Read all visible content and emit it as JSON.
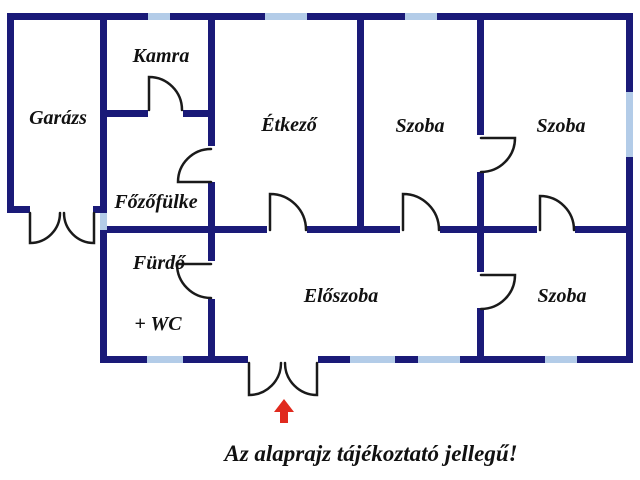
{
  "plan": {
    "rooms": {
      "garage": {
        "label": "Garázs"
      },
      "pantry": {
        "label": "Kamra"
      },
      "kitchenette": {
        "label": "Főzőfülke"
      },
      "bathroom": {
        "label": "Fürdő",
        "label_extra": "+ WC"
      },
      "dining": {
        "label": "Étkező"
      },
      "hall": {
        "label": "Előszoba"
      },
      "room_1": {
        "label": "Szoba"
      },
      "room_2": {
        "label": "Szoba"
      },
      "room_3": {
        "label": "Szoba"
      }
    },
    "caption": "Az alaprajz tájékoztató jellegű!",
    "icons": {
      "entrance_arrow": "up-arrow"
    },
    "colors": {
      "background": "#ffffff",
      "wall": "#1a1a78",
      "window": "#b3cce8",
      "door": "#1a1a1a",
      "label": "#111111",
      "arrow": "#e02a1e"
    }
  }
}
